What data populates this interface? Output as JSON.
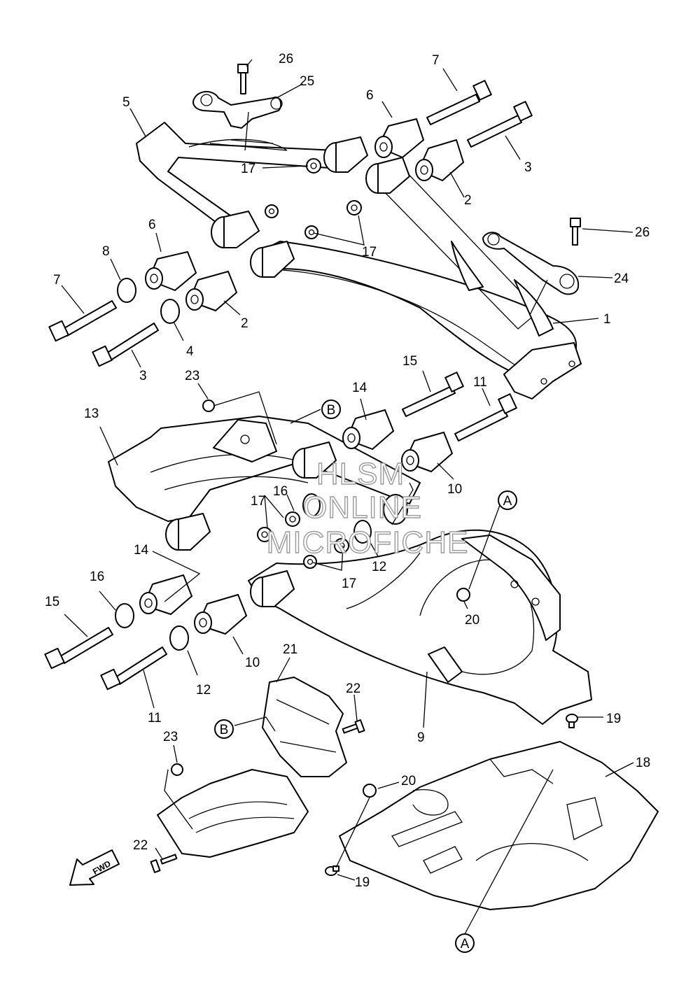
{
  "watermark": {
    "line1": "HLSM",
    "line2": "ONLINE",
    "line3": "MICROFICHE"
  },
  "fwd_label": "FWD",
  "ref_labels": {
    "a": "A",
    "b": "B"
  },
  "callouts": {
    "c26a": "26",
    "c25": "25",
    "c5": "5",
    "c7a": "7",
    "c6a": "6",
    "c3a": "3",
    "c17a": "17",
    "c2a": "2",
    "c26b": "26",
    "c6b": "6",
    "c8": "8",
    "c17b": "17",
    "c24": "24",
    "c7b": "7",
    "c2b": "2",
    "c1": "1",
    "c4": "4",
    "c3b": "3",
    "c23a": "23",
    "c15a": "15",
    "c14a": "14",
    "c11a": "11",
    "c13": "13",
    "c10a": "10",
    "c16a": "16",
    "c17c": "17",
    "c12a": "12",
    "c14b": "14",
    "c17d": "17",
    "c16b": "16",
    "c20a": "20",
    "c15b": "15",
    "c21": "21",
    "c10b": "10",
    "c22a": "22",
    "c12b": "12",
    "c11b": "11",
    "c9": "9",
    "c19a": "19",
    "c23b": "23",
    "c18": "18",
    "c20b": "20",
    "c22b": "22",
    "c19b": "19"
  }
}
